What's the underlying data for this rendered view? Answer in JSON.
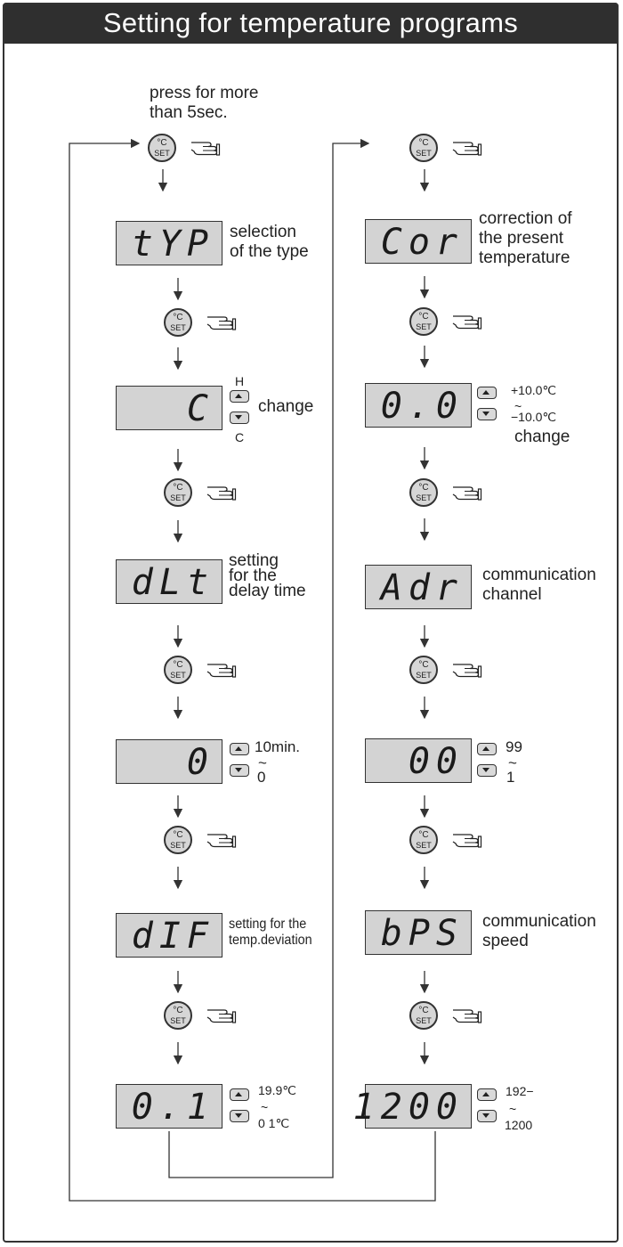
{
  "title": "Setting for temperature programs",
  "press_note": [
    "press for more",
    "than 5sec."
  ],
  "set_button": {
    "degree": "°C",
    "label": "SET"
  },
  "left_column": [
    {
      "lcd": "tYP",
      "label": [
        "selection",
        "of the type"
      ]
    },
    {
      "lcd": "C",
      "up": "H",
      "down": "C",
      "label": [
        "change"
      ]
    },
    {
      "lcd": "dLt",
      "label": [
        "setting",
        "for the",
        "delay time"
      ]
    },
    {
      "lcd": "0",
      "up": "10min.",
      "tilde": "~",
      "down": "0"
    },
    {
      "lcd": "dIF",
      "label": [
        "setting for the",
        "temp.deviation"
      ]
    },
    {
      "lcd": "0.1",
      "up": "19.9℃",
      "tilde": "~",
      "down": "0 1℃"
    }
  ],
  "right_column": [
    {
      "lcd": "Cor",
      "label": [
        "correction of",
        "the present",
        "temperature"
      ]
    },
    {
      "lcd": "0.0",
      "up": "+10.0℃",
      "tilde": "~",
      "down": "−10.0℃",
      "label": [
        "change"
      ]
    },
    {
      "lcd": "Adr",
      "label": [
        "communication",
        "channel"
      ]
    },
    {
      "lcd": "00",
      "up": "99",
      "tilde": "~",
      "down": "1"
    },
    {
      "lcd": "bPS",
      "label": [
        "communication",
        "speed"
      ]
    },
    {
      "lcd": "1200",
      "up": "192−",
      "tilde": "~",
      "down": "1200"
    }
  ]
}
